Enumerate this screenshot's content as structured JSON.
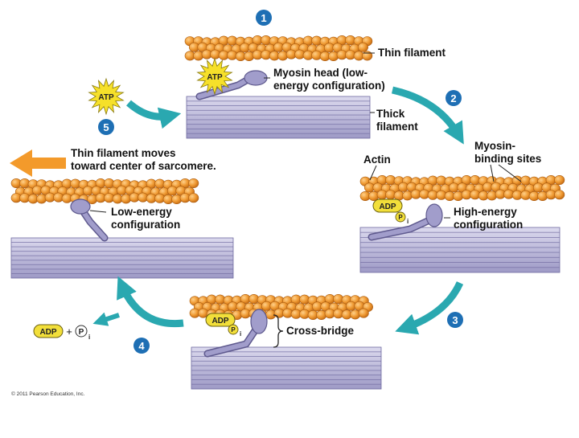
{
  "steps": [
    "1",
    "2",
    "3",
    "4",
    "5"
  ],
  "labels": {
    "thin_filament": "Thin filament",
    "myosin_head_line1": "Myosin head (low-",
    "myosin_head_line2": "energy configuration)",
    "thick_line1": "Thick",
    "thick_line2": "filament",
    "moves_line1": "Thin filament moves",
    "moves_line2": "toward center of sarcomere.",
    "actin": "Actin",
    "binding_line1": "Myosin-",
    "binding_line2": "binding sites",
    "low_line1": "Low-energy",
    "low_line2": "configuration",
    "high_line1": "High-energy",
    "high_line2": "configuration",
    "cross_bridge": "Cross-bridge"
  },
  "molecules": {
    "atp": "ATP",
    "adp": "ADP",
    "pi": "P",
    "pi_sub": "i",
    "plus": "+"
  },
  "copyright": "© 2011 Pearson Education, Inc.",
  "colors": {
    "actin": "#e8912c",
    "actin_edge": "#b45f10",
    "thick": "#8c88b8",
    "thick_light": "#ccc9e4",
    "myosin": "#a19dcb",
    "cycle_arrow": "#2aa8b0",
    "step_badge": "#1e6fb4",
    "move_arrow": "#f39a2b",
    "atp_star": "#f6e02a",
    "adp_pill": "#f2df3a"
  }
}
